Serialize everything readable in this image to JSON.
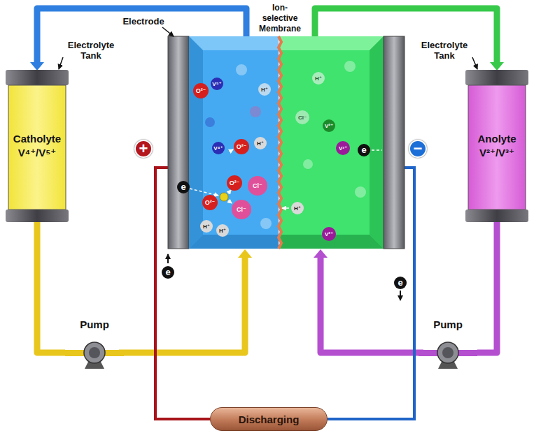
{
  "diagram": {
    "nodes": [
      {
        "text": [
          "Catholyte",
          "V⁴⁺/V⁵⁺"
        ]
      },
      {
        "text": [
          "Anolyte",
          "V²⁺/V³⁺"
        ]
      },
      {
        "text": [
          "Pump"
        ]
      },
      {
        "text": [
          "Pump"
        ]
      },
      {
        "text": [
          "Discharging"
        ]
      },
      {
        "text": [
          "+"
        ]
      },
      {
        "text": [
          "−"
        ]
      }
    ],
    "edges": [
      {
        "from": 0,
        "to": 2,
        "arrow": "none"
      },
      {
        "from": 1,
        "to": 3,
        "arrow": "none"
      }
    ],
    "labels": [
      "Electrolyte Tank",
      "Electrode",
      "Ion-selective Membrane",
      "Electrolyte Tank",
      "e",
      "e",
      "e",
      "e",
      "V⁵⁺",
      "O²⁻",
      "H⁺",
      "V⁴⁺",
      "O²⁻",
      "H⁺",
      "O²⁻",
      "O²⁻",
      "Cl⁻",
      "Cl⁻",
      "H⁺",
      "H⁺",
      "H⁺",
      "V²⁺",
      "V³⁺",
      "V²⁺",
      "Cl⁻",
      "H⁺"
    ]
  }
}
